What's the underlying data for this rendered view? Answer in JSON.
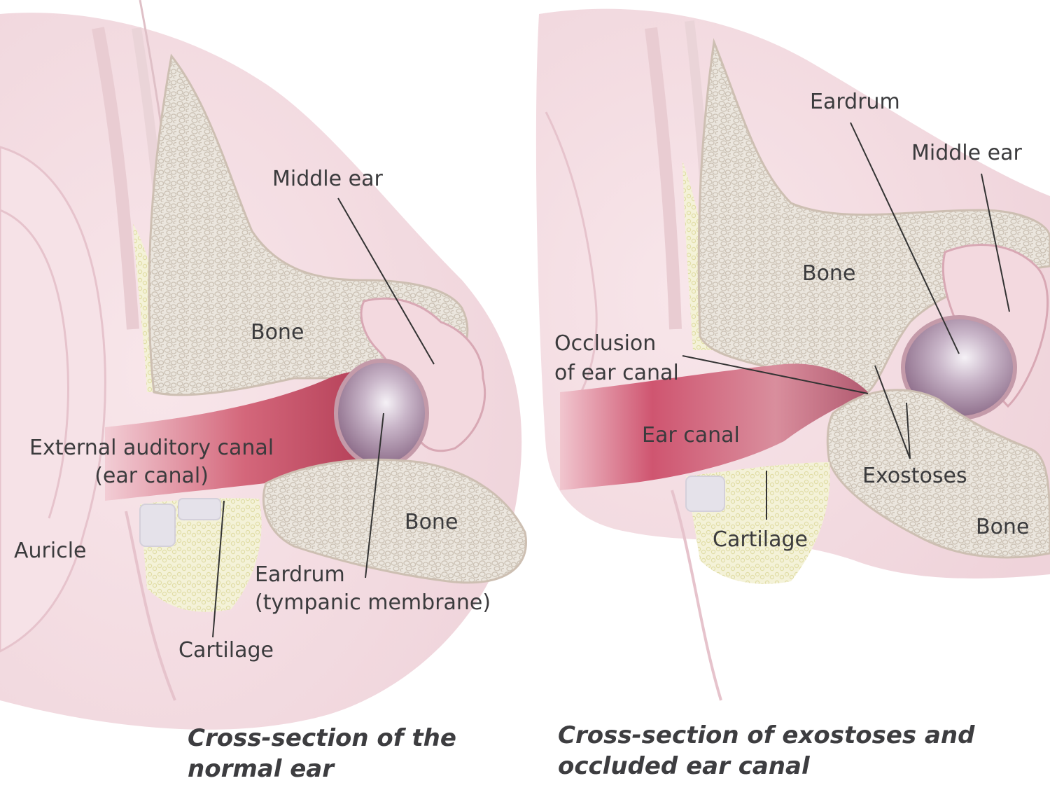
{
  "left_panel": {
    "labels": {
      "middle_ear": "Middle ear",
      "bone_upper": "Bone",
      "external_canal_line1": "External auditory canal",
      "external_canal_line2": "(ear canal)",
      "bone_lower": "Bone",
      "auricle": "Auricle",
      "eardrum_line1": "Eardrum",
      "eardrum_line2": "(tympanic membrane)",
      "cartilage": "Cartilage"
    },
    "caption_line1": "Cross-section of the",
    "caption_line2": "normal ear"
  },
  "right_panel": {
    "labels": {
      "eardrum": "Eardrum",
      "middle_ear": "Middle ear",
      "bone_upper": "Bone",
      "occlusion_line1": "Occlusion",
      "occlusion_line2": "of ear canal",
      "ear_canal": "Ear canal",
      "exostoses": "Exostoses",
      "bone_lower": "Bone",
      "cartilage": "Cartilage"
    },
    "caption_line1": "Cross-section of exostoses and",
    "caption_line2": "occluded ear canal"
  },
  "colors": {
    "skin": "#f4dde3",
    "skin_shadow": "#e8c2cc",
    "bone": "#e9e4dc",
    "bone_cells": "#cfc6ba",
    "canal": "#c2485f",
    "canal_light": "#e7a3b0",
    "eardrum": "#b7a2b8",
    "cartilage": "#f2f0cf",
    "soft_grey": "#e3e1e8",
    "leader": "#333333"
  }
}
